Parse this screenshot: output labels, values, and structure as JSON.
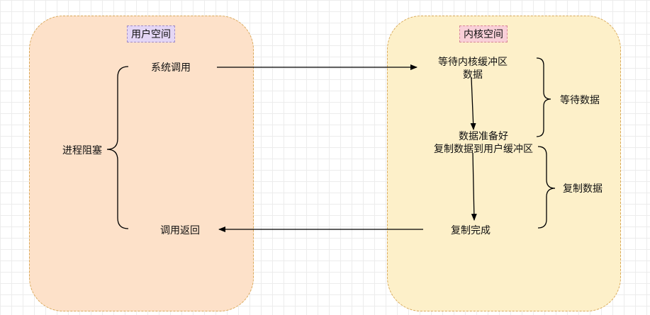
{
  "user_space": {
    "title": "用户空间",
    "fill": "#fde1c9",
    "tag_fill": "#e4d6f5"
  },
  "kernel_space": {
    "title": "内核空间",
    "fill": "#fdf0c9",
    "tag_fill": "#f9d0d8"
  },
  "user_steps": {
    "syscall": "系统调用",
    "block": "进程阻塞",
    "return": "调用返回"
  },
  "kernel_steps": {
    "wait_line1": "等待内核缓冲区",
    "wait_line2": "数据",
    "ready_line1": "数据准备好",
    "ready_line2": "复制数据到用户缓冲区",
    "done": "复制完成"
  },
  "phases": {
    "wait": "等待数据",
    "copy": "复制数据"
  }
}
